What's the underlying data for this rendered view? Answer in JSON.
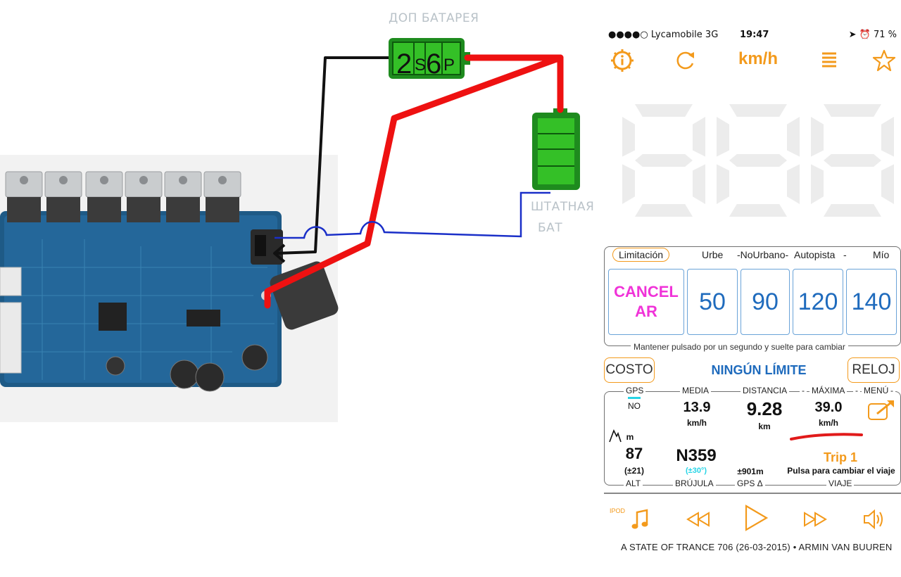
{
  "diagram": {
    "extra_battery_label": "ДОП БАТАРЕЯ",
    "battery_config_text": [
      "2",
      "S",
      "6",
      "P"
    ],
    "stock_battery_label_line1": "ШТАТНАЯ",
    "stock_battery_label_line2": "БАТ",
    "wire_colors": {
      "positive": "#ee1111",
      "negative": "#111111",
      "signal": "#1a2fc8",
      "battery": "#3cc12b"
    }
  },
  "status_bar": {
    "carrier": "●●●●○ Lycamobile  3G",
    "time": "19:47",
    "battery": "➤ ⏰ 71 %"
  },
  "toolbar": {
    "units": "km/h",
    "icons": [
      "info-icon",
      "refresh-icon",
      "list-icon",
      "star-icon"
    ]
  },
  "speed_display": {
    "digits": "888"
  },
  "limitation": {
    "tabs": [
      "Limitación",
      "Urbe",
      "-NoUrbano-",
      "Autopista",
      "-",
      "Mío"
    ],
    "buttons": [
      {
        "label": "CANCEL AR"
      },
      {
        "label": "50"
      },
      {
        "label": "90"
      },
      {
        "label": "120"
      },
      {
        "label": "140"
      }
    ],
    "hint": "Mantener pulsado por un segundo y suelte para cambiar"
  },
  "mode_row": {
    "left_button": "COSTO",
    "title": "NINGÚN LÍMITE",
    "right_button": "RELOJ"
  },
  "stats": {
    "gps": {
      "label": "GPS",
      "value": "NO"
    },
    "media": {
      "label": "MEDIA",
      "value": "13.9",
      "unit": "km/h"
    },
    "distancia": {
      "label": "DISTANCIA",
      "value": "9.28",
      "unit": "km"
    },
    "maxima": {
      "label": "MÁXIMA",
      "value": "39.0",
      "unit": "km/h"
    },
    "menu": {
      "label": "MENÚ"
    },
    "altitude": {
      "unit": "m",
      "value": "87",
      "accuracy": "(±21)",
      "label": "ALT"
    },
    "compass": {
      "value": "N359",
      "accuracy": "(±30°)",
      "label": "BRÚJULA"
    },
    "gps_delta": {
      "value": "±901m",
      "label": "GPS Δ"
    },
    "trip": {
      "title": "Trip 1",
      "hint": "Pulsa para cambiar el viaje",
      "label": "VIAJE"
    },
    "separators": [
      "-",
      "-",
      "-"
    ]
  },
  "player": {
    "side_label": "IPOD",
    "track": "A STATE OF TRANCE 706 (26-03-2015) • ARMIN VAN BUUREN"
  },
  "colors": {
    "accent": "#f39a1c",
    "link_blue": "#1f6bbd",
    "cancel_magenta": "#f033d8",
    "trip_orange": "#f39a1c",
    "annotation_red": "#e11a1a",
    "gps_cyan": "#26d4e6"
  }
}
